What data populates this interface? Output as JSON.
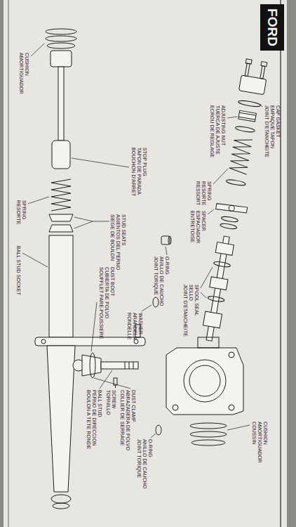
{
  "diagram": {
    "title": "FORD",
    "labels": [
      "CAP GASKET",
      "EMPAQUE TAPON",
      "JOINT D'ETANCHEITE",
      "ADJUSTING NUT",
      "TUERCA DE AJUSTE",
      "ECROU DE REGLAGE",
      "SPRING",
      "RESORTE",
      "RESSORT",
      "SPACER",
      "ESPACIADOR",
      "ENTRETOISE",
      "SPOOL SEAL",
      "SELLO",
      "JOINT D'ETANCHEITE",
      "CUSHION",
      "AMORTIGUADOR",
      "COUSSIN",
      "CUSHION",
      "AMORTIGUADOR",
      "STOP PLUG",
      "TAPON DE PARADA",
      "BOUCHON D'ARRET",
      "STUD SEATS",
      "ASIENTOS DEL PERNO",
      "SIEGE DE BOULON",
      "O-RING",
      "ANILLO DE CAUCHO",
      "JOINT TORIQUE",
      "WASHER",
      "ARANDELA",
      "RONDELLE",
      "DUST BOOT",
      "CUBIERTA DE POLVO",
      "SOUFFLET PARE-POUSSIERE",
      "O-RING",
      "ANILLO DE CAUCHO",
      "JOINT TORIQUE",
      "DUST CLAMP",
      "ABRAZADERA DE POLVO",
      "COLLIER DE SERRAGE",
      "SCREW",
      "TORNILLO",
      "BALL STUD",
      "PERNO DE DIRECCION",
      "BOULON A TETE RONDE",
      "SPRING",
      "RESORTE",
      "BALL STUD SOCKET"
    ]
  }
}
